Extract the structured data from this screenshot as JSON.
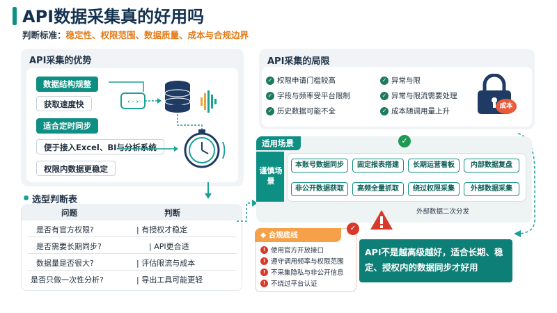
{
  "header": {
    "title": "API数据采集真的好用吗",
    "criteria_label": "判断标准：",
    "criteria_value": "稳定性、权限范围、数据质量、成本与合规边界"
  },
  "advantages": {
    "title": "API采集的优势",
    "items": [
      "数据结构规整",
      "获取速度快",
      "适合定时同步",
      "便于接入Excel、BI与分析系统",
      "权限内数据更稳定"
    ]
  },
  "selection_table": {
    "title": "选型判断表",
    "col_question": "问题",
    "col_judgement": "判断",
    "rows": [
      {
        "question": "是否有官方权限?",
        "judgement": "有授权才稳定"
      },
      {
        "question": "是否需要长期同步?",
        "judgement": "API更合适"
      },
      {
        "question": "数据量是否很大?",
        "judgement": "评估限流与成本"
      },
      {
        "question": "是否只做一次性分析?",
        "judgement": "导出工具可能更轻"
      }
    ]
  },
  "limitations": {
    "title": "API采集的局限",
    "items": [
      "权限申请门槛较高",
      "异常与限",
      "字段与频率受平台限制",
      "异常与限流需要处理",
      "历史数据可能不全",
      "成本随调用量上升"
    ],
    "cost_badge": "成本"
  },
  "scenarios": {
    "title": "适用场景",
    "side_label": "谨慎场景",
    "row1": [
      "本账号数据同步",
      "固定报表搭建",
      "长期运营看板",
      "内部数据复盘"
    ],
    "row2": [
      "非公开数据获取",
      "高频全量抓取",
      "绕过权限采集",
      "外部数据采集"
    ],
    "note": "外部数据二次分发"
  },
  "compliance": {
    "title": "合规底线",
    "items": [
      "使用官方开放接口",
      "遵守调用频率与权限范围",
      "不采集隐私与非公开信息",
      "不绕过平台认证"
    ]
  },
  "conclusion": {
    "text": "API不是越高级越好，适合长期、稳定、授权内的数据同步才好用"
  }
}
